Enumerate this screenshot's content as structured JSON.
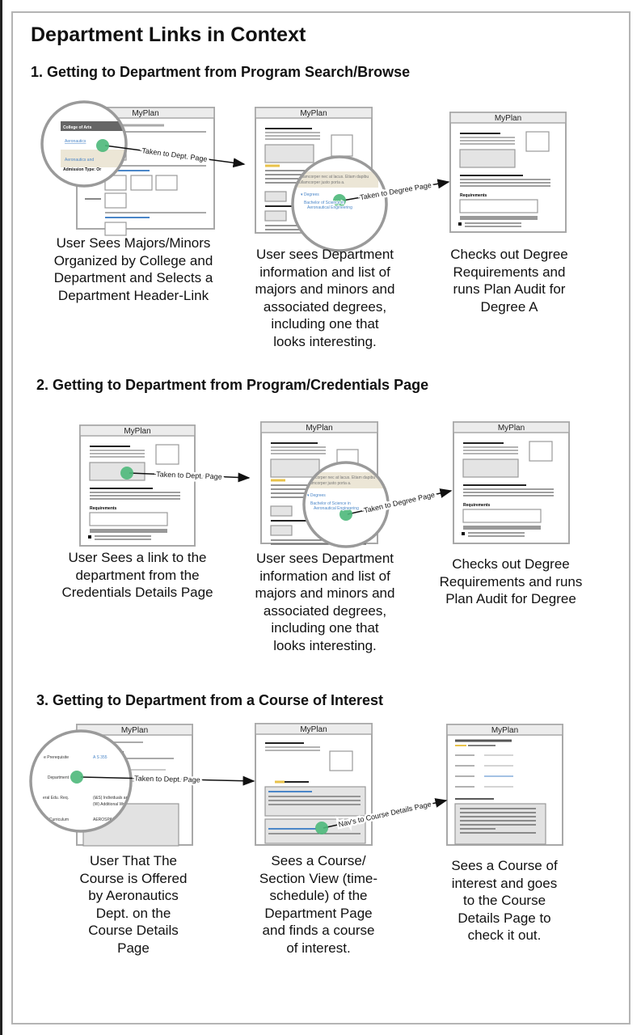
{
  "title": "Department Links in Context",
  "wireframe_header": "MyPlan",
  "colors": {
    "dot": "#4cb87a",
    "link": "#4a86c8",
    "frame": "#a8a8a8",
    "highlight": "#ece6d6"
  },
  "sections": [
    {
      "heading": "1. Getting to Department from Program Search/Browse",
      "arrows": [
        "Taken to Dept. Page",
        "Taken to Degree Page"
      ],
      "captions": [
        "User Sees Majors/Minors\nOrganized by College and\nDepartment and Selects a\nDepartment Header-Link",
        "User sees Department\ninformation and list of\nmajors and minors and\nassociated degrees,\nincluding one that\nlooks interesting.",
        "Checks out Degree\nRequirements and\nruns Plan Audit for\nDegree A"
      ],
      "magnifier_texts": [
        "College of Arts",
        "Aeronautics",
        "Aeronautics and",
        "Admission Type: Or",
        "ullamcorper nec at lacus. Etiam dapibu",
        "ullamcorper justo porta a.",
        "▾ Degrees",
        "Bachelor of Science in",
        "Aeronautical Engineering"
      ]
    },
    {
      "heading": "2. Getting to Department from Program/Credentials Page",
      "arrows": [
        "Taken to Dept. Page",
        "Taken to Degree Page"
      ],
      "captions": [
        "User Sees a link to the\ndepartment from the\nCredentials Details Page",
        "User sees Department\ninformation and list of\nmajors and minors and\nassociated degrees,\nincluding one that\nlooks interesting.",
        "Checks out Degree\nRequirements and runs\nPlan Audit for Degree"
      ]
    },
    {
      "heading": "3. Getting to Department from a Course of Interest",
      "arrows": [
        "Taken to Dept. Page",
        "Nav's to Course Details Page"
      ],
      "captions": [
        "User That The\nCourse is Offered\nby Aeronautics\nDept. on the\nCourse Details\nPage",
        "Sees a Course/\nSection View (time-\nschedule) of the\nDepartment Page\nand finds a course\nof interest.",
        "Sees a Course of\ninterest and goes\nto the Course\nDetails Page to\ncheck it out."
      ],
      "magnifier_texts": [
        "e Prerequisite",
        "A S 355",
        "Department",
        "eral Edu. Req.",
        "(I&S) Individuals and",
        "(W) Additional Writi",
        "Curriculum",
        "AEROSPACE STUDI"
      ]
    }
  ],
  "requirements_label": "Requirements"
}
